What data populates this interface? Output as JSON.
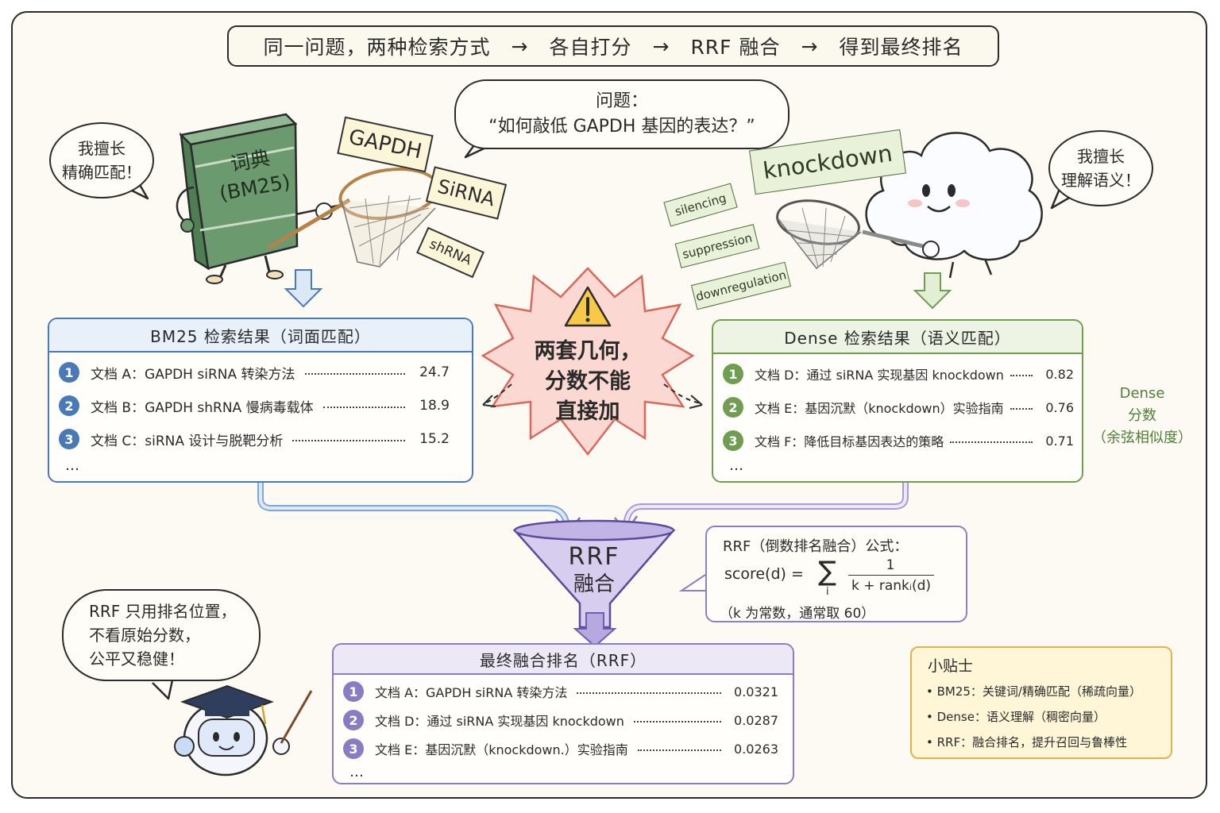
{
  "header": {
    "steps": [
      "同一问题，两种检索方式",
      "各自打分",
      "RRF 融合",
      "得到最终排名"
    ],
    "arrow": "→"
  },
  "query_bubble": {
    "label": "问题：",
    "text": "“如何敲低 GAPDH 基因的表达？”"
  },
  "bm25": {
    "book_label_1": "词典",
    "book_label_2": "(BM25)",
    "speech_1": "我擅长",
    "speech_2": "精确匹配！",
    "keywords": [
      "GAPDH",
      "SiRNA",
      "shRNA"
    ],
    "results": {
      "title": "BM25 检索结果（词面匹配）",
      "rows": [
        {
          "rank": "1",
          "text": "文档 A：GAPDH siRNA 转染方法",
          "score": "24.7"
        },
        {
          "rank": "2",
          "text": "文档 B：GAPDH shRNA 慢病毒载体",
          "score": "18.9"
        },
        {
          "rank": "3",
          "text": "文档 C：siRNA 设计与脱靶分析",
          "score": "15.2"
        }
      ],
      "more": "…"
    }
  },
  "dense": {
    "speech_1": "我擅长",
    "speech_2": "理解语义！",
    "keywords": [
      "knockdown",
      "silencing",
      "suppression",
      "downregulation"
    ],
    "results": {
      "title": "Dense 检索结果（语义匹配）",
      "rows": [
        {
          "rank": "1",
          "text": "文档 D：通过 siRNA 实现基因 knockdown",
          "score": "0.82"
        },
        {
          "rank": "2",
          "text": "文档 E：基因沉默（knockdown）实验指南",
          "score": "0.76"
        },
        {
          "rank": "3",
          "text": "文档 F：降低目标基因表达的策略",
          "score": "0.71"
        }
      ],
      "more": "…"
    },
    "side_note": [
      "Dense",
      "分数",
      "（余弦相似度）"
    ]
  },
  "warning": {
    "lines": [
      "两套几何，",
      "分数不能",
      "直接加"
    ]
  },
  "funnel": {
    "line1": "RRF",
    "line2": "融合"
  },
  "formula": {
    "title": "RRF（倒数排名融合）公式：",
    "lhs": "score(d) =",
    "sigma": "∑",
    "index": "i",
    "numerator": "1",
    "denominator": "k + rankᵢ(d)",
    "note": "（k 为常数，通常取 60）"
  },
  "robot": {
    "speech": [
      "RRF 只用排名位置，",
      "不看原始分数，",
      "公平又稳健！"
    ]
  },
  "final": {
    "title": "最终融合排名（RRF）",
    "rows": [
      {
        "rank": "1",
        "text": "文档 A：GAPDH siRNA 转染方法",
        "score": "0.0321"
      },
      {
        "rank": "2",
        "text": "文档 D：通过 siRNA 实现基因 knockdown",
        "score": "0.0287"
      },
      {
        "rank": "3",
        "text": "文档 E：基因沉默（knockdown.）实验指南",
        "score": "0.0263"
      }
    ],
    "more": "…"
  },
  "tips": {
    "title": "小贴士",
    "items": [
      "• BM25：关键词/精确匹配（稀疏向量）",
      "• Dense：语义理解（稠密向量）",
      "• RRF：融合排名，提升召回与鲁棒性"
    ]
  },
  "colors": {
    "blue": "#4a79b8",
    "blue_fill": "#e8f0fa",
    "green": "#6f9d52",
    "green_fill": "#edf4e3",
    "purple": "#8a7cc2",
    "purple_fill": "#ece8f6",
    "warn_fill": "#fbd9d2",
    "warn_stroke": "#d9685b",
    "tips_border": "#e2b24c",
    "tips_fill": "#fff6d8",
    "book": "#6a9a6d"
  }
}
